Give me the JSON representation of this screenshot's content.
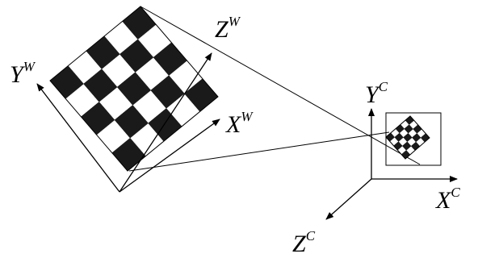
{
  "world_axes": {
    "x": {
      "letter": "X",
      "superscript": "W"
    },
    "y": {
      "letter": "Y",
      "superscript": "W"
    },
    "z": {
      "letter": "Z",
      "superscript": "W"
    }
  },
  "camera_axes": {
    "x": {
      "letter": "X",
      "superscript": "C"
    },
    "y": {
      "letter": "Y",
      "superscript": "C"
    },
    "z": {
      "letter": "Z",
      "superscript": "C"
    }
  },
  "checkerboard": {
    "rows": 5,
    "cols": 5,
    "dark_color": "#1a1a1a",
    "light_color": "#ffffff"
  },
  "image_checkerboard": {
    "rows": 5,
    "cols": 5,
    "dark_color": "#1a1a1a",
    "light_color": "#ffffff"
  }
}
